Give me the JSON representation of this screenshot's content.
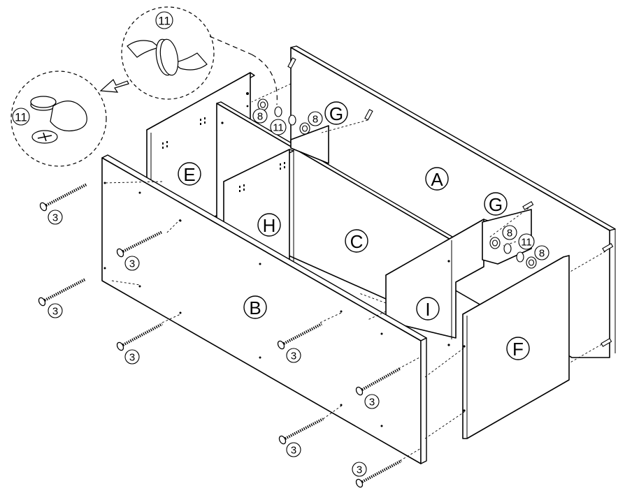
{
  "panels": {
    "A": "A",
    "B": "B",
    "C": "C",
    "E": "E",
    "F": "F",
    "G1": "G",
    "G2": "G",
    "H": "H",
    "I": "I"
  },
  "parts": {
    "screw": "3",
    "cam_bolt": "8",
    "cap": "11"
  },
  "detail_steps": {
    "press_cap": "11",
    "cap_removed": "11"
  }
}
